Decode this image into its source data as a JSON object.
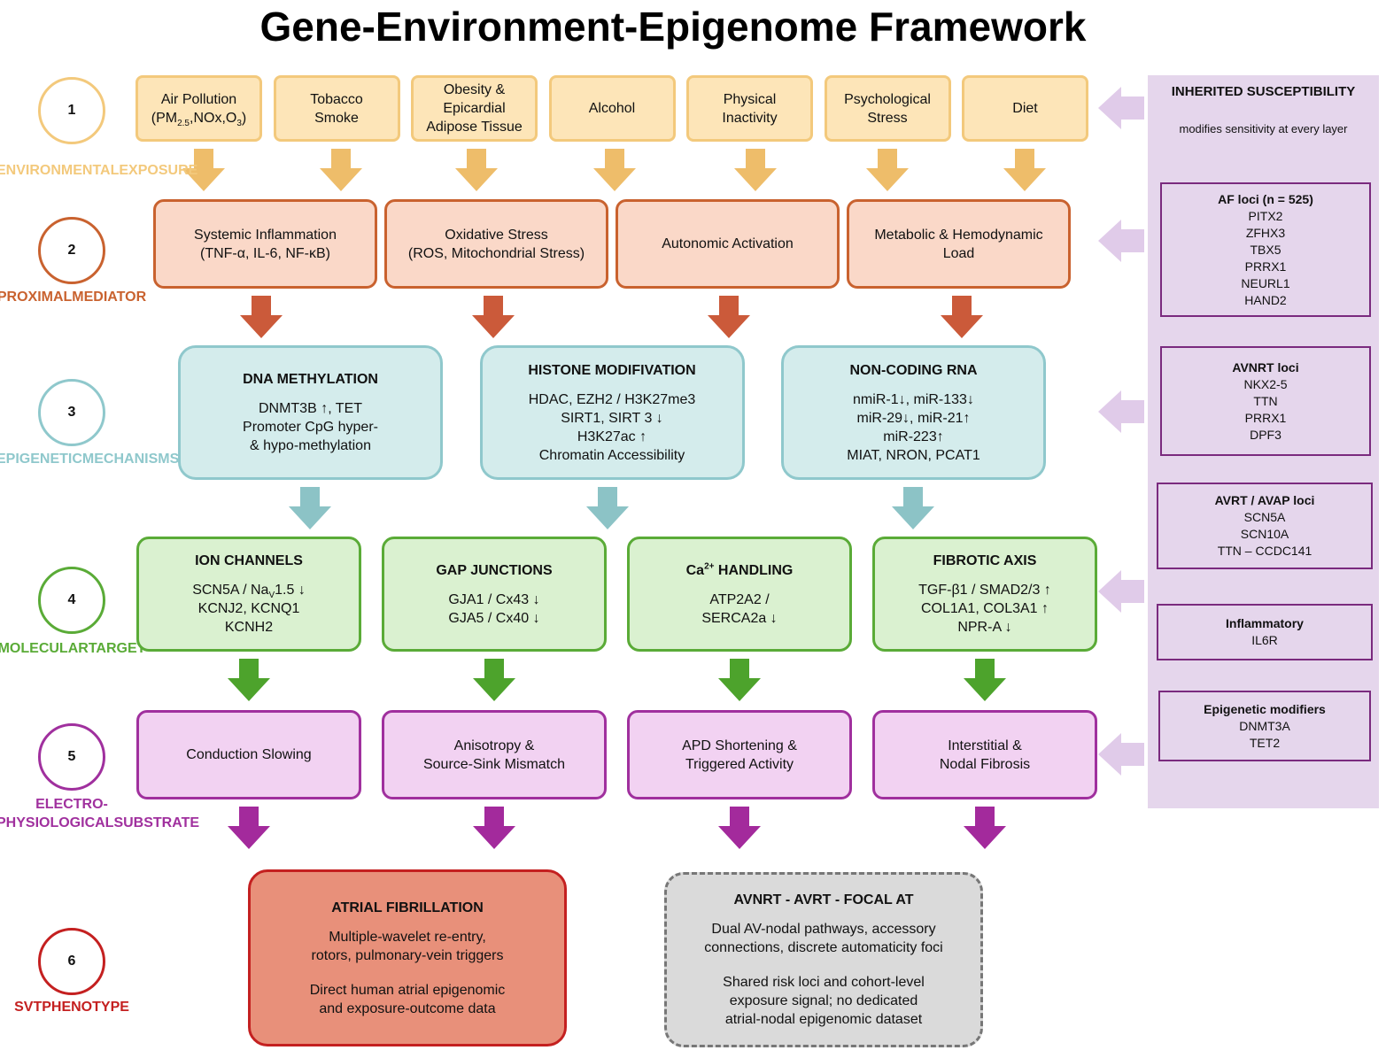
{
  "title": "Gene-Environment-Epigenome Framework",
  "levels": [
    {
      "num": "1",
      "label_lines": [
        "ENVIRONMENTAL",
        "EXPOSURE"
      ],
      "color": "#f3c97c"
    },
    {
      "num": "2",
      "label_lines": [
        "PROXIMAL",
        "MEDIATOR"
      ],
      "color": "#c9622f"
    },
    {
      "num": "3",
      "label_lines": [
        "EPIGENETIC",
        "MECHANISMS"
      ],
      "color": "#8fc8cc"
    },
    {
      "num": "4",
      "label_lines": [
        "MOLECULAR",
        "TARGET"
      ],
      "color": "#5aab37"
    },
    {
      "num": "5",
      "label_lines": [
        "ELECTRO-",
        "PHYSIOLOGICAL",
        "SUBSTRATE"
      ],
      "color": "#a0309e"
    },
    {
      "num": "6",
      "label_lines": [
        "SVT",
        "PHENOTYPE"
      ],
      "color": "#c42020"
    }
  ],
  "environmental": [
    {
      "lines": [
        "Air Pollution",
        "(PM2.5,NOx,O3)"
      ]
    },
    {
      "lines": [
        "Tobacco",
        "Smoke"
      ]
    },
    {
      "lines": [
        "Obesity &",
        "Epicardial",
        "Adipose Tissue"
      ]
    },
    {
      "lines": [
        "Alcohol"
      ]
    },
    {
      "lines": [
        "Physical",
        "Inactivity"
      ]
    },
    {
      "lines": [
        "Psychological",
        "Stress"
      ]
    },
    {
      "lines": [
        "Diet"
      ]
    }
  ],
  "proximal": [
    {
      "lines": [
        "Systemic Inflammation",
        "(TNF-α, IL-6, NF-κB)"
      ]
    },
    {
      "lines": [
        "Oxidative Stress",
        "(ROS, Mitochondrial Stress)"
      ]
    },
    {
      "lines": [
        "Autonomic Activation"
      ]
    },
    {
      "lines": [
        "Metabolic & Hemodynamic",
        "Load"
      ]
    }
  ],
  "epigenetic": [
    {
      "header": "DNA METHYLATION",
      "lines": [
        "DNMT3B ↑, TET",
        "Promoter CpG hyper-",
        "& hypo-methylation"
      ]
    },
    {
      "header": "HISTONE MODIFIVATION",
      "lines": [
        "HDAC, EZH2 / H3K27me3",
        "SIRT1, SIRT 3 ↓",
        "H3K27ac ↑",
        "Chromatin Accessibility"
      ]
    },
    {
      "header": "NON-CODING RNA",
      "lines": [
        "nmiR-1↓, miR-133↓",
        "miR-29↓, miR-21↑",
        "miR-223↑",
        "MIAT, NRON, PCAT1"
      ]
    }
  ],
  "molecular": [
    {
      "header": "ION CHANNELS",
      "lines": [
        "SCN5A / NaV1.5 ↓",
        "KCNJ2, KCNQ1",
        "KCNH2"
      ]
    },
    {
      "header": "GAP JUNCTIONS",
      "lines": [
        "GJA1 / Cx43 ↓",
        "GJA5 / Cx40 ↓"
      ]
    },
    {
      "header": "Ca2+ HANDLING",
      "lines": [
        "ATP2A2 /",
        "SERCA2a ↓"
      ]
    },
    {
      "header": "FIBROTIC AXIS",
      "lines": [
        "TGF-β1 / SMAD2/3 ↑",
        "COL1A1, COL3A1 ↑",
        "NPR-A ↓"
      ]
    }
  ],
  "substrate": [
    {
      "lines": [
        "Conduction Slowing"
      ]
    },
    {
      "lines": [
        "Anisotropy &",
        "Source-Sink Mismatch"
      ]
    },
    {
      "lines": [
        "APD Shortening &",
        "Triggered Activity"
      ]
    },
    {
      "lines": [
        "Interstitial &",
        "Nodal Fibrosis"
      ]
    }
  ],
  "phenotype": {
    "af": {
      "header": "ATRIAL FIBRILLATION",
      "para1": [
        "Multiple-wavelet re-entry,",
        "rotors, pulmonary-vein triggers"
      ],
      "para2": [
        "Direct human atrial epigenomic",
        "and exposure-outcome data"
      ]
    },
    "svt": {
      "header": "AVNRT - AVRT - FOCAL AT",
      "para1": [
        "Dual AV-nodal pathways, accessory",
        "connections, discrete automaticity foci"
      ],
      "para2": [
        "Shared risk loci and cohort-level",
        "exposure signal; no dedicated",
        "atrial-nodal epigenomic dataset"
      ]
    }
  },
  "inherited": {
    "title": "INHERITED SUSCEPTIBILITY",
    "subtitle": "modifies sensitivity at every layer",
    "groups": [
      {
        "header": "AF loci (n = 525)",
        "items": [
          "PITX2",
          "ZFHX3",
          "TBX5",
          "PRRX1",
          "NEURL1",
          "HAND2"
        ]
      },
      {
        "header": "AVNRT loci",
        "items": [
          "NKX2-5",
          "TTN",
          "PRRX1",
          "DPF3"
        ]
      },
      {
        "header": "AVRT / AVAP loci",
        "items": [
          "SCN5A",
          "SCN10A",
          "TTN – CCDC141"
        ]
      },
      {
        "header": "Inflammatory",
        "items": [
          "IL6R"
        ]
      },
      {
        "header": "Epigenetic modifiers",
        "items": [
          "DNMT3A",
          "TET2"
        ]
      }
    ]
  },
  "colors": {
    "env_arrow": "#eebd6a",
    "prox_arrow": "#cb5a3a",
    "epi_arrow": "#8cc3c6",
    "mol_arrow": "#4da32c",
    "subs_arrow": "#a32a9c",
    "side_arrow": "#e0cbe9"
  }
}
